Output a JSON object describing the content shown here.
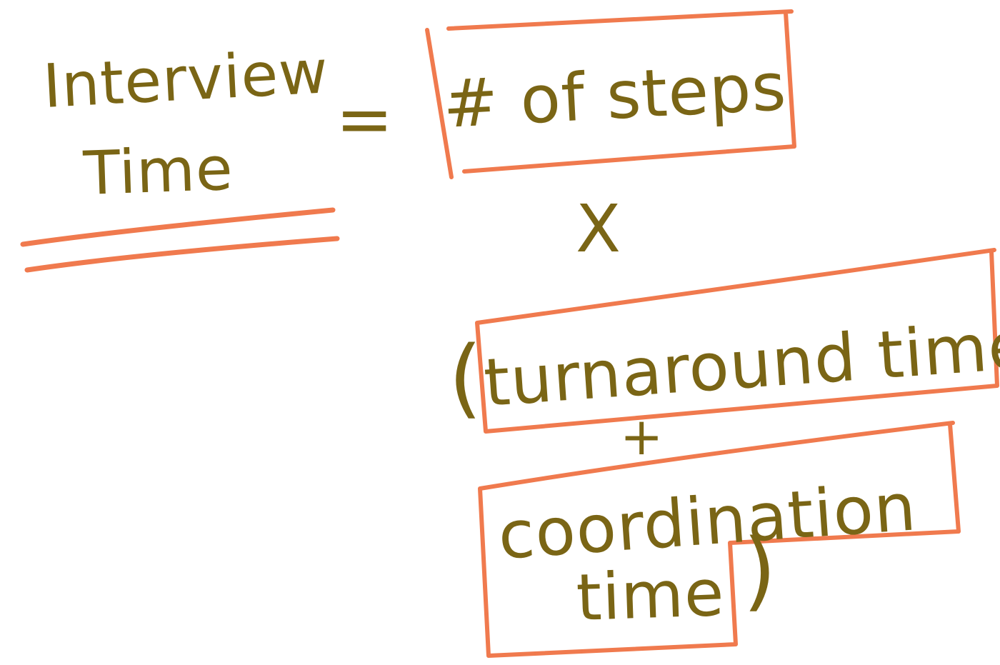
{
  "colors": {
    "ink_text": "#7A6515",
    "ink_marker": "#F07A4E",
    "background": "#FFFFFF"
  },
  "equation": {
    "lhs_line1": "Interview",
    "lhs_line2": "Time",
    "equals": "=",
    "steps_term": "# of steps",
    "multiply": "X",
    "open_paren": "(",
    "turnaround_term": "turnaround time",
    "plus": "+",
    "coordination_line1": "coordination",
    "coordination_line2": "time",
    "close_paren": ")"
  }
}
